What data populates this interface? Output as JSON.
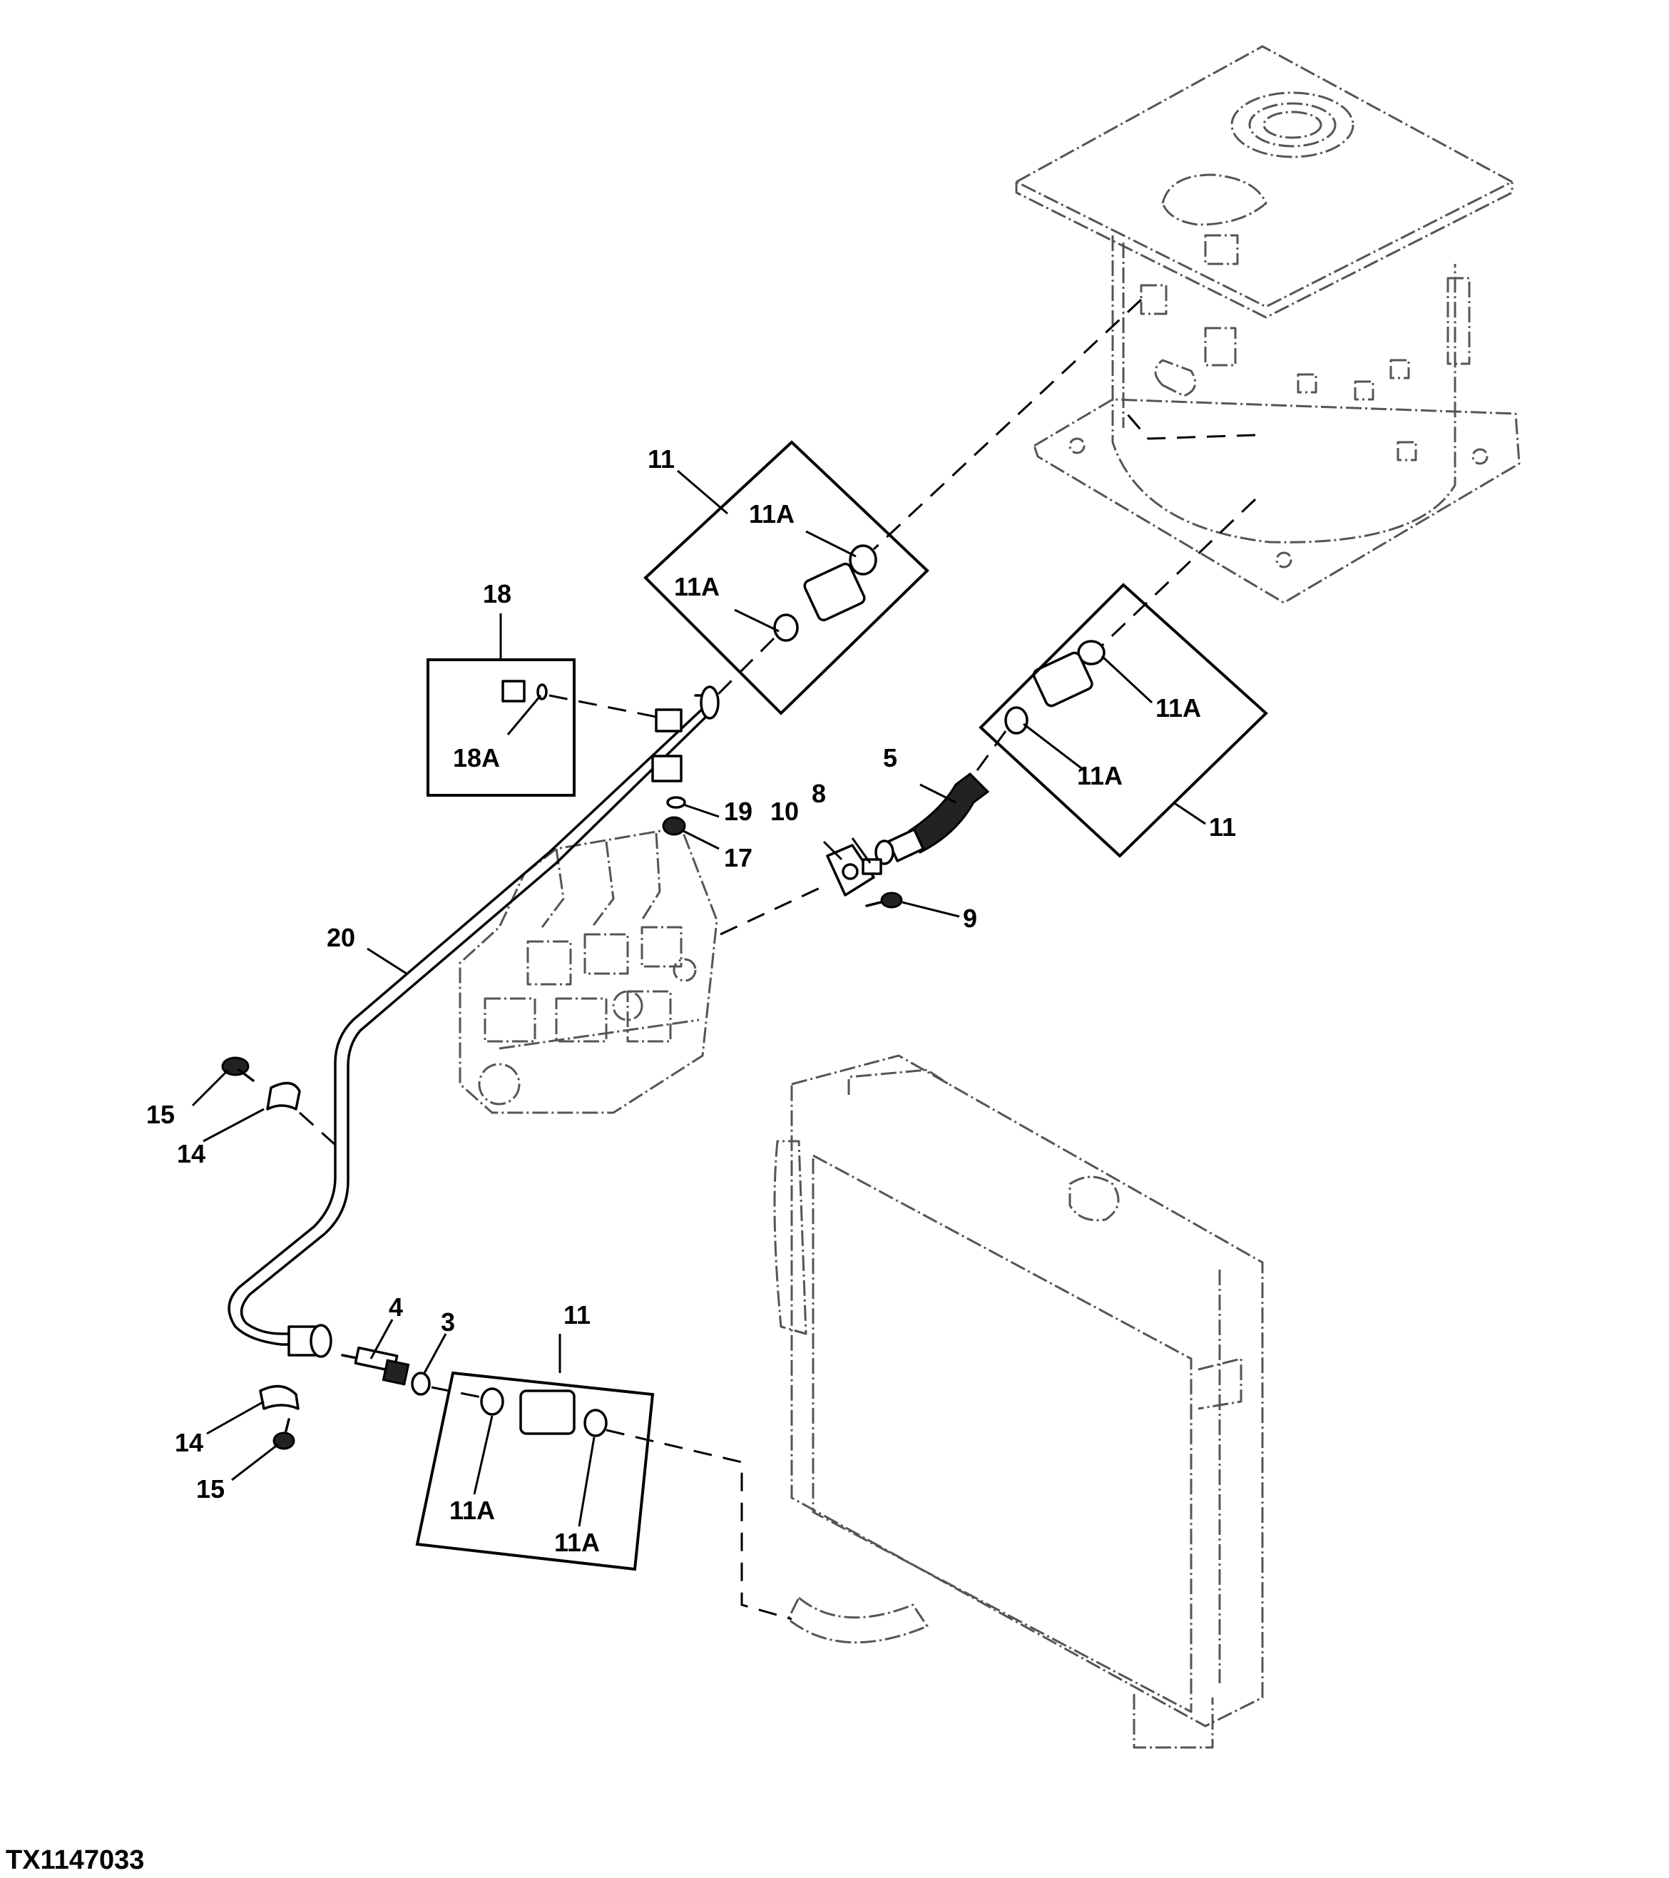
{
  "figure_id": "TX1147033",
  "callouts": {
    "c11_top": "11",
    "c11a_top_a": "11A",
    "c11a_top_b": "11A",
    "c18": "18",
    "c18a": "18A",
    "c19": "19",
    "c17": "17",
    "c10": "10",
    "c8": "8",
    "c5": "5",
    "c11a_right_a": "11A",
    "c11a_right_b": "11A",
    "c11_right": "11",
    "c9": "9",
    "c20": "20",
    "c15_top": "15",
    "c14_top": "14",
    "c4": "4",
    "c3": "3",
    "c11_bottom": "11",
    "c14_bottom": "14",
    "c15_bottom": "15",
    "c11a_bottom_a": "11A",
    "c11a_bottom_b": "11A"
  }
}
